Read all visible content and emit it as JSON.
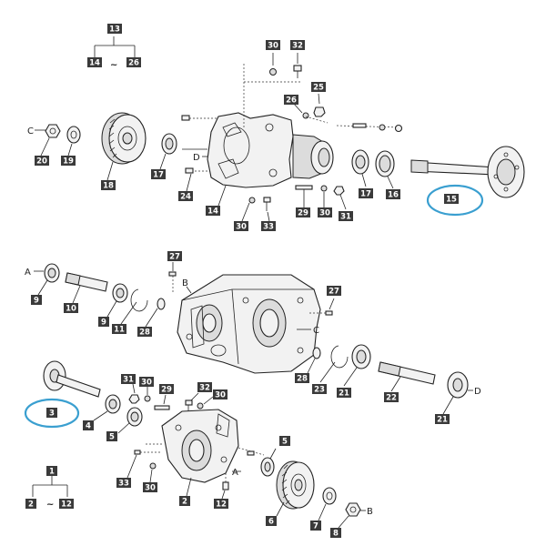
{
  "labels": {
    "n13": "13",
    "n14": "14",
    "n26": "26",
    "n30a": "30",
    "n32a": "32",
    "n25": "25",
    "n26b": "26",
    "n20": "20",
    "n19": "19",
    "n18": "18",
    "n17a": "17",
    "n24": "24",
    "n14b": "14",
    "n30b": "30",
    "n33a": "33",
    "n29a": "29",
    "n30c": "30",
    "n31a": "31",
    "n17b": "17",
    "n16": "16",
    "n15": "15",
    "n27a": "27",
    "n9a": "9",
    "n10": "10",
    "n9b": "9",
    "n11": "11",
    "n28a": "28",
    "n27b": "27",
    "n28b": "28",
    "n23": "23",
    "n21a": "21",
    "n22": "22",
    "n21b": "21",
    "n3": "3",
    "n4": "4",
    "n31b": "31",
    "n30d": "30",
    "n29b": "29",
    "n32b": "32",
    "n30e": "30",
    "n5a": "5",
    "n5b": "5",
    "n33b": "33",
    "n30f": "30",
    "n2a": "2",
    "n12a": "12",
    "n6": "6",
    "n7": "7",
    "n8": "8",
    "n1": "1",
    "n2b": "2",
    "n12b": "12"
  },
  "letters": {
    "c1": "C",
    "d1": "D",
    "a1": "A",
    "b1": "B",
    "c2": "C",
    "d2": "D",
    "a2": "A",
    "b2": "B"
  },
  "tilde1": "~",
  "tilde2": "~",
  "highlight_color": "#3a9fd0"
}
